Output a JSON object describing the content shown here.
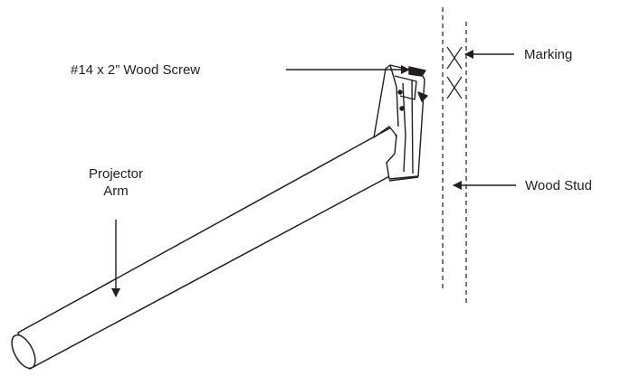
{
  "labels": {
    "wood_screw": "#14 x 2” Wood Screw",
    "marking": "Marking",
    "projector_arm_line1": "Projector",
    "projector_arm_line2": "Arm",
    "wood_stud": "Wood Stud"
  },
  "colors": {
    "ink": "#231f20",
    "background": "#ffffff"
  },
  "icons": {
    "marking": "x-mark",
    "arrows": "arrowhead"
  }
}
